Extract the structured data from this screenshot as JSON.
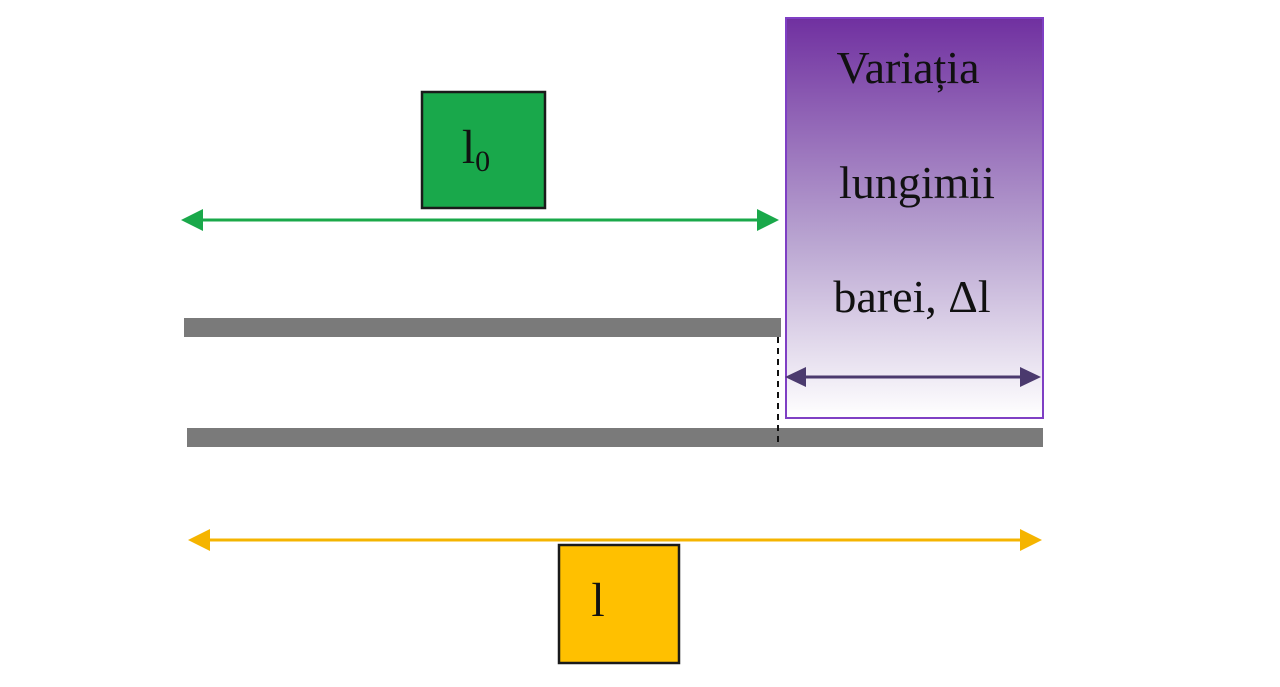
{
  "diagram": {
    "original_length_label": {
      "main": "l",
      "subscript": "0"
    },
    "final_length_label": "l",
    "extension_box": {
      "lines": [
        "Variația",
        "lungimii",
        "barei, Δl"
      ]
    },
    "colors": {
      "original_length": "#1aa84a",
      "original_length_box": "#19a84b",
      "final_length": "#f5b400",
      "final_length_box": "#ffc000",
      "extension_top": "#7030a0",
      "extension_border": "#7f3fc4",
      "extension_arrow": "#4b3a6e",
      "bar": "#7a7a7a",
      "box_border": "#1a1a1a"
    }
  }
}
